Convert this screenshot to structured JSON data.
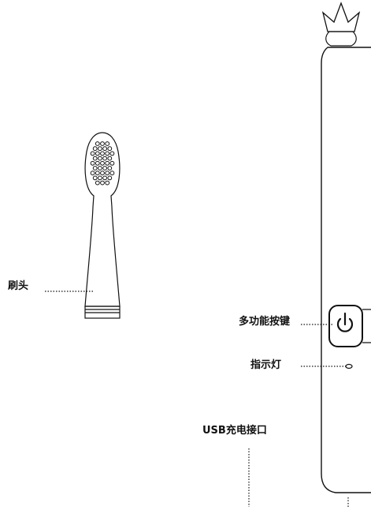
{
  "labels": {
    "brush_head": "刷头",
    "multi_function_button": "多功能按键",
    "indicator_light": "指示灯",
    "usb_port": "USB充电接口"
  },
  "icons": {
    "power": "power-icon",
    "crown": "crown-icon",
    "bristles": "bristle-dots",
    "indicator": "indicator-light-icon"
  },
  "colors": {
    "line": "#111111",
    "background": "#ffffff"
  }
}
